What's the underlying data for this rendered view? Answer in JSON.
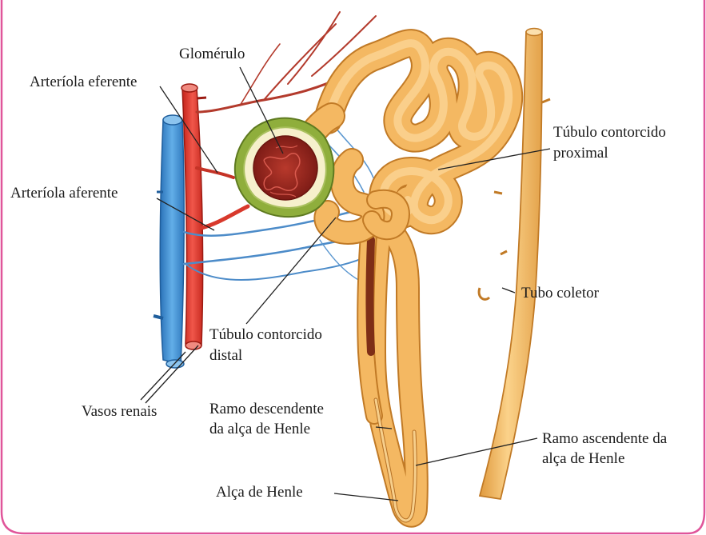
{
  "labels": {
    "glomerulo": "Glomérulo",
    "arteriola_eferente": "Arteríola eferente",
    "arteriola_aferente": "Arteríola aferente",
    "tubulo_proximal": [
      "Túbulo contorcido",
      "proximal"
    ],
    "tubulo_distal": [
      "Túbulo contorcido",
      "distal"
    ],
    "tubo_coletor": "Tubo coletor",
    "vasos_renais": "Vasos renais",
    "ramo_descendente": [
      "Ramo descendente",
      "da alça de Henle"
    ],
    "ramo_ascendente": [
      "Ramo ascendente da",
      "alça de Henle"
    ],
    "alca_henle": "Alça de Henle"
  },
  "colors": {
    "frame": "#e0559a",
    "artery": "#e2382a",
    "vein": "#3d8fd6",
    "tubule": "#f2b45c",
    "tubule_outline": "#d08a2f",
    "glomerulus": "#9c2a22",
    "capsule_ring": "#8fae3c",
    "leader_line": "#222222"
  }
}
